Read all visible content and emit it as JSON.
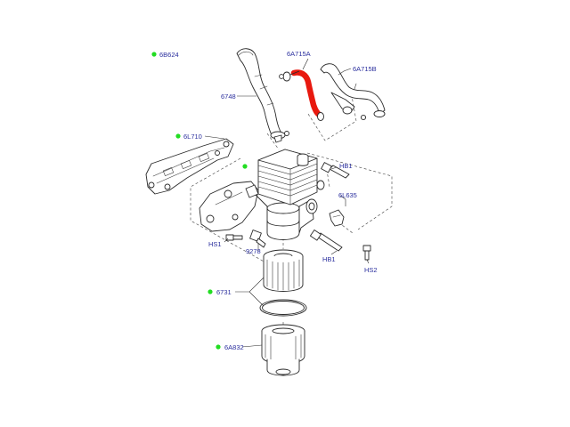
{
  "diagram": {
    "parts": [
      {
        "code": "6B624",
        "marked": true
      },
      {
        "code": "6A715A",
        "marked": false,
        "highlighted": true
      },
      {
        "code": "6A715B",
        "marked": false
      },
      {
        "code": "6748",
        "marked": false
      },
      {
        "code": "6L710",
        "marked": true
      },
      {
        "code": "HB1",
        "marked": false
      },
      {
        "code": "6L635",
        "marked": false
      },
      {
        "code": "HB1",
        "marked": false
      },
      {
        "code": "HS1",
        "marked": false
      },
      {
        "code": "9278",
        "marked": false
      },
      {
        "code": "HS2",
        "marked": false
      },
      {
        "code": "6731",
        "marked": true
      },
      {
        "code": "6A832",
        "marked": true
      }
    ],
    "marker_color": "#22dd22",
    "highlight_color": "#e8190f",
    "label_color": "#2b2f9e"
  }
}
